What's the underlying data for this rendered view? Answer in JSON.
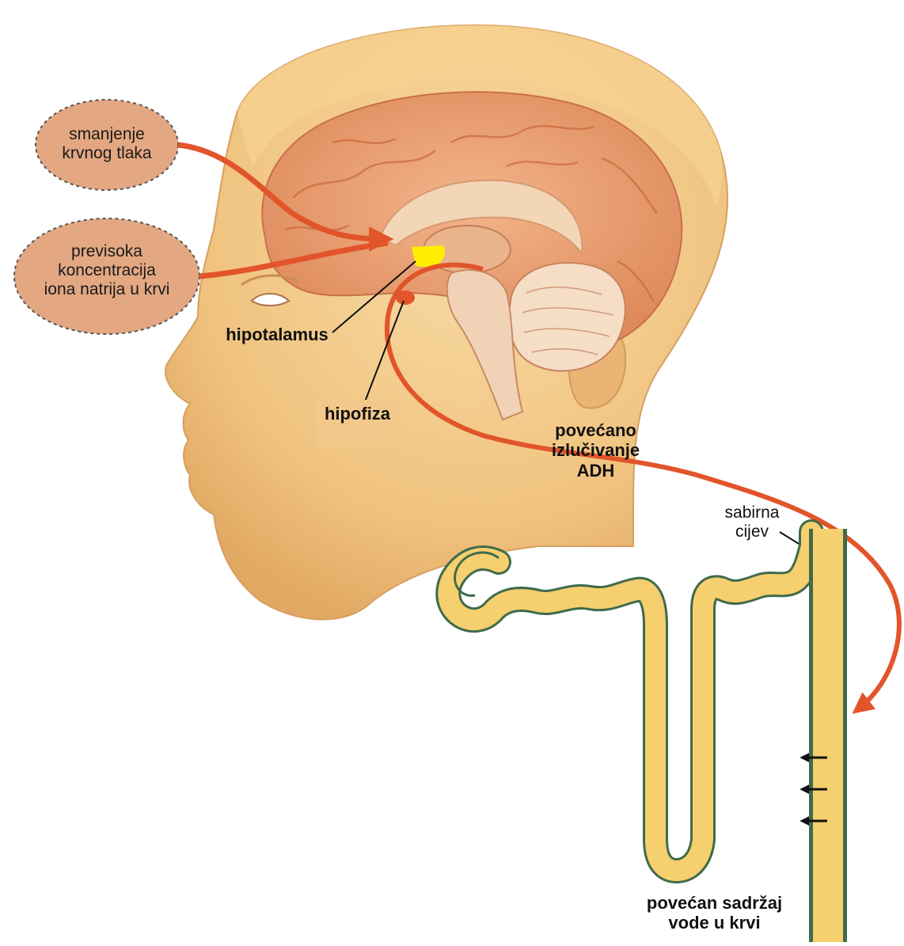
{
  "stimuli": {
    "low_pressure": [
      "smanjenje",
      "krvnog tlaka"
    ],
    "high_sodium": [
      "previsoka",
      "koncentracija",
      "iona natrija u krvi"
    ]
  },
  "brain_labels": {
    "hypothalamus": "hipotalamus",
    "pituitary": "hipofiza"
  },
  "hormone": [
    "povećano",
    "izlučivanje",
    "ADH"
  ],
  "kidney": {
    "collecting_duct": [
      "sabirna",
      "cijev"
    ],
    "result": [
      "povećan sadržaj",
      "vode u krvi"
    ]
  },
  "colors": {
    "arrow": "#e2542a",
    "bubble_fill": "#e3a882",
    "skin": "#f2c98a",
    "brain": "#e89a6a",
    "tubule_fill": "#f6cf6e",
    "tubule_outline": "#3f6b4a",
    "hypothalamus_highlight": "#ffee00"
  }
}
